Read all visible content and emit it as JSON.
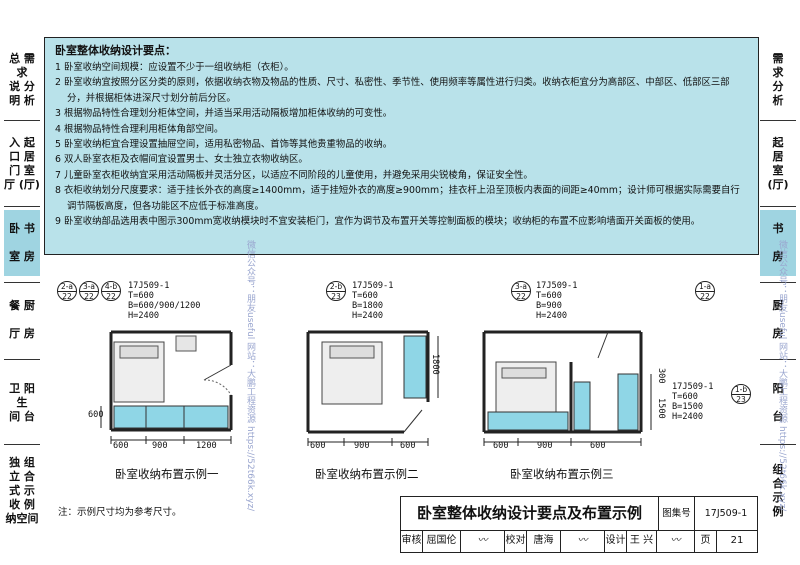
{
  "left_tabs": [
    {
      "lines": [
        "总 需",
        "求",
        "说 分",
        "明 析"
      ],
      "active": false
    },
    {
      "lines": [
        "入 起",
        "口 居",
        "门 室",
        "厅 (厅)"
      ],
      "active": false
    },
    {
      "lines": [
        "卧 书",
        "",
        "室 房"
      ],
      "active": true
    },
    {
      "lines": [
        "餐 厨",
        "",
        "厅 房"
      ],
      "active": false
    },
    {
      "lines": [
        "卫 阳",
        "生",
        "间 台"
      ],
      "active": false
    },
    {
      "lines": [
        "独 组",
        "立 合",
        "式 示",
        "收 例",
        "纳空间"
      ],
      "active": false
    }
  ],
  "right_tabs": [
    {
      "lines": [
        "需",
        "求",
        "分",
        "析"
      ],
      "active": false
    },
    {
      "lines": [
        "起",
        "居",
        "室",
        "(厅)"
      ],
      "active": false
    },
    {
      "lines": [
        "书",
        "",
        "房"
      ],
      "active": true
    },
    {
      "lines": [
        "厨",
        "",
        "房"
      ],
      "active": false
    },
    {
      "lines": [
        "阳",
        "",
        "台"
      ],
      "active": false
    },
    {
      "lines": [
        "组",
        "合",
        "示",
        "例"
      ],
      "active": false
    }
  ],
  "notes": {
    "title": "卧室整体收纳设计要点：",
    "items": [
      "1 卧室收纳空间规模：应设置不少于一组收纳柜（衣柜）。",
      "2 卧室收纳宜按照分区分类的原则，依据收纳衣物及物品的性质、尺寸、私密性、季节性、使用频率等属性进行归类。收纳衣柜宜分为高部区、中部区、低部区三部分，并根据柜体进深尺寸划分前后分区。",
      "3 根据物品特性合理划分柜体空间，并适当采用活动隔板增加柜体收纳的可变性。",
      "4 根据物品特性合理利用柜体角部空间。",
      "5 卧室收纳柜宜合理设置抽屉空间，适用私密物品、首饰等其他贵重物品的收纳。",
      "6 双人卧室衣柜及衣帽间宜设置男士、女士独立衣物收纳区。",
      "7 儿童卧室衣柜收纳宜采用活动隔板并灵活分区，以适应不同阶段的儿童使用，并避免采用尖锐棱角，保证安全性。",
      "8 衣柜收纳划分尺度要求：适于挂长外衣的高度≥1400mm，适于挂短外衣的高度≥900mm；挂衣杆上沿至顶板内表面的间距≥40mm；设计师可根据实际需要自行调节隔板高度，但各功能区不应低于标准高度。",
      "9 卧室收纳部品选用表中图示300mm宽收纳模块时不宜安装柜门，宜作为调节及布置开关等控制面板的模块；收纳柜的布置不应影响墙面开关面板的使用。"
    ]
  },
  "diagram1": {
    "refs": [
      {
        "top": "2-a",
        "bottom": "22"
      },
      {
        "top": "3-a",
        "bottom": "22"
      },
      {
        "top": "4-b",
        "bottom": "22"
      }
    ],
    "labels": [
      "17J509-1",
      "T=600",
      "B=600/900/1200",
      "H=2400"
    ],
    "dims": [
      "600",
      "900",
      "1200"
    ],
    "side_dim": "600",
    "caption": "卧室收纳布置示例一"
  },
  "diagram2": {
    "refs": [
      {
        "top": "2-b",
        "bottom": "23"
      }
    ],
    "labels": [
      "17J509-1",
      "T=600",
      "B=1800",
      "H=2400"
    ],
    "dims": [
      "600",
      "900",
      "600"
    ],
    "side_dim": "1800",
    "caption": "卧室收纳布置示例二"
  },
  "diagram3": {
    "refs": [
      {
        "top": "3-a",
        "bottom": "22"
      },
      {
        "top": "1-a",
        "bottom": "22"
      },
      {
        "top": "1-b",
        "bottom": "23"
      }
    ],
    "labels": [
      "17J509-1",
      "T=600",
      "B=900",
      "H=2400"
    ],
    "labels2": [
      "17J509-1",
      "T=600",
      "B=1500",
      "H=2400"
    ],
    "dims": [
      "600",
      "900",
      "600"
    ],
    "side_dims": [
      "1500",
      "300"
    ],
    "caption": "卧室收纳布置示例三"
  },
  "footnote": "注：示例尺寸均为参考尺寸。",
  "title_block": {
    "title": "卧室整体收纳设计要点及布置示例",
    "atlas_label": "图集号",
    "atlas_no": "17J509-1",
    "review_label": "审核",
    "reviewer": "屈国伦",
    "check_label": "校对",
    "checker": "唐海",
    "design_label": "设计",
    "designer": "王 兴",
    "page_label": "页",
    "page_no": "21"
  },
  "watermark": {
    "left": "微信公众号：朋友useful   网站：大鹏工程资源 https://52t66k.xyz/",
    "right": "微信公众号：朋友useful   网站：大鹏工程资源 https://52t66k.xyz/"
  },
  "colors": {
    "panel": "#b9e2ea",
    "active_tab": "#9fd4e1",
    "cabinet": "#8fd6e6"
  }
}
